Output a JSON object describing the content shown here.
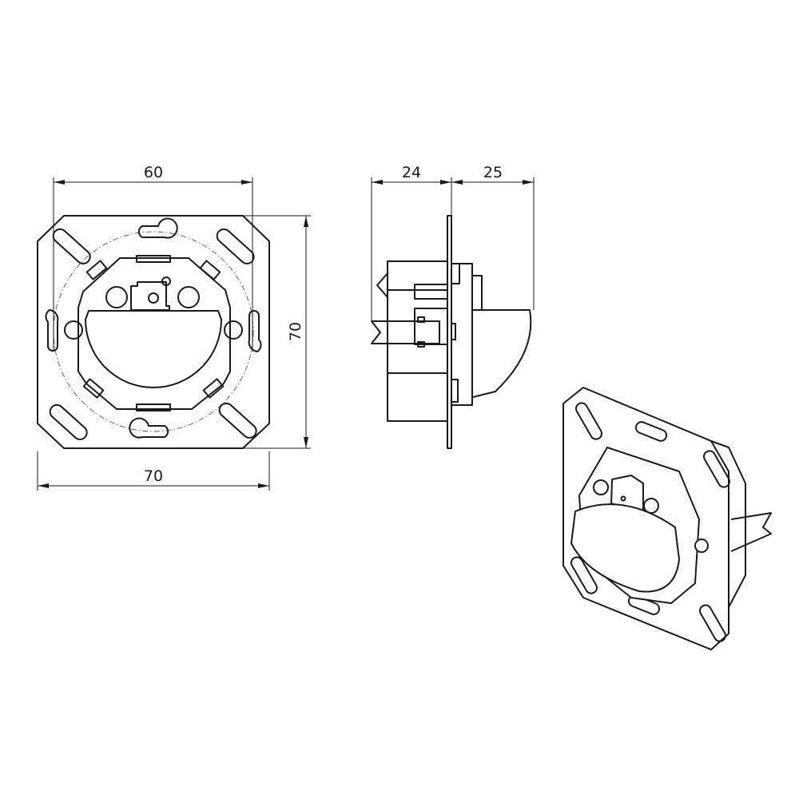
{
  "dimensions": {
    "front_width_inner": "60",
    "front_width_outer": "70",
    "front_height": "70",
    "side_depth_back": "24",
    "side_depth_front": "25"
  },
  "colors": {
    "line": "#1a1a1a",
    "background": "#ffffff"
  }
}
